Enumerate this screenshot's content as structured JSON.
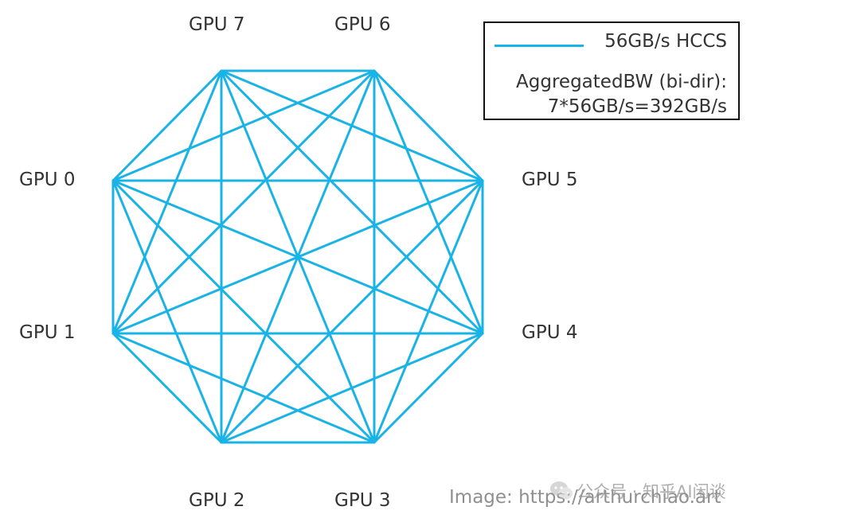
{
  "labels": {
    "gpu0": "GPU 0",
    "gpu1": "GPU 1",
    "gpu2": "GPU 2",
    "gpu3": "GPU 3",
    "gpu4": "GPU 4",
    "gpu5": "GPU 5",
    "gpu6": "GPU 6",
    "gpu7": "GPU 7"
  },
  "legend": {
    "line_label": "56GB/s HCCS",
    "aggregated_line1": "AggregatedBW (bi-dir):",
    "aggregated_line2": "7*56GB/s=392GB/s"
  },
  "watermark": {
    "image_source": "Image: https://arthurchiao.art",
    "overlay": "公众号 · 知乎AI闲谈"
  },
  "icons": {
    "watermark_icon": "wechat-icon"
  },
  "colors": {
    "link": "#1ab3e6",
    "text": "#333333",
    "legend_border": "#111111"
  }
}
